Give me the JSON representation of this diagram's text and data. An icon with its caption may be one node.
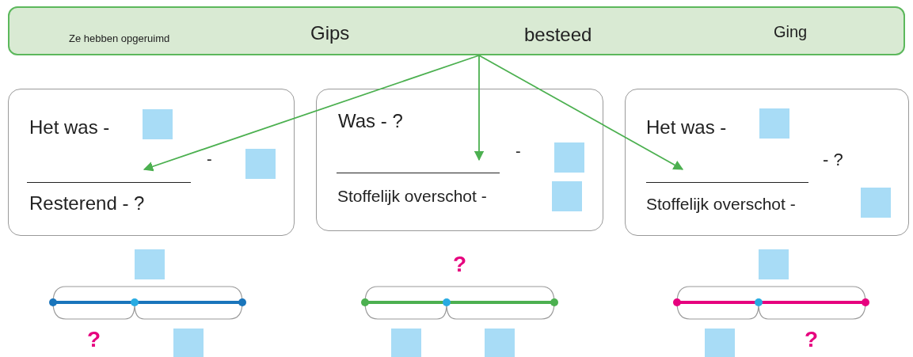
{
  "diagram": {
    "nodes": [
      {
        "text": [
          "Ze hebben opgeruimd",
          "Gips",
          "besteed",
          "Ging"
        ]
      },
      {
        "text": [
          "Het was -",
          "-",
          "Resterend - ?"
        ]
      },
      {
        "text": [],
        "shape": "bar",
        "in": 1
      },
      {
        "text": [
          "Was - ?",
          "-",
          "Stoffelijk overschot -"
        ]
      },
      {
        "text": [],
        "shape": "bar",
        "in": 3
      },
      {
        "text": [
          "Het was -",
          "- ?",
          "Stoffelijk overschot -"
        ]
      },
      {
        "text": [],
        "shape": "bar",
        "in": 5
      }
    ],
    "edges": [
      {
        "from": 0,
        "to": 2,
        "arrow": "to"
      },
      {
        "from": 0,
        "to": 4,
        "arrow": "to"
      },
      {
        "from": 0,
        "to": 6,
        "arrow": "to"
      }
    ],
    "labels": [
      "?",
      "?",
      "?"
    ]
  }
}
